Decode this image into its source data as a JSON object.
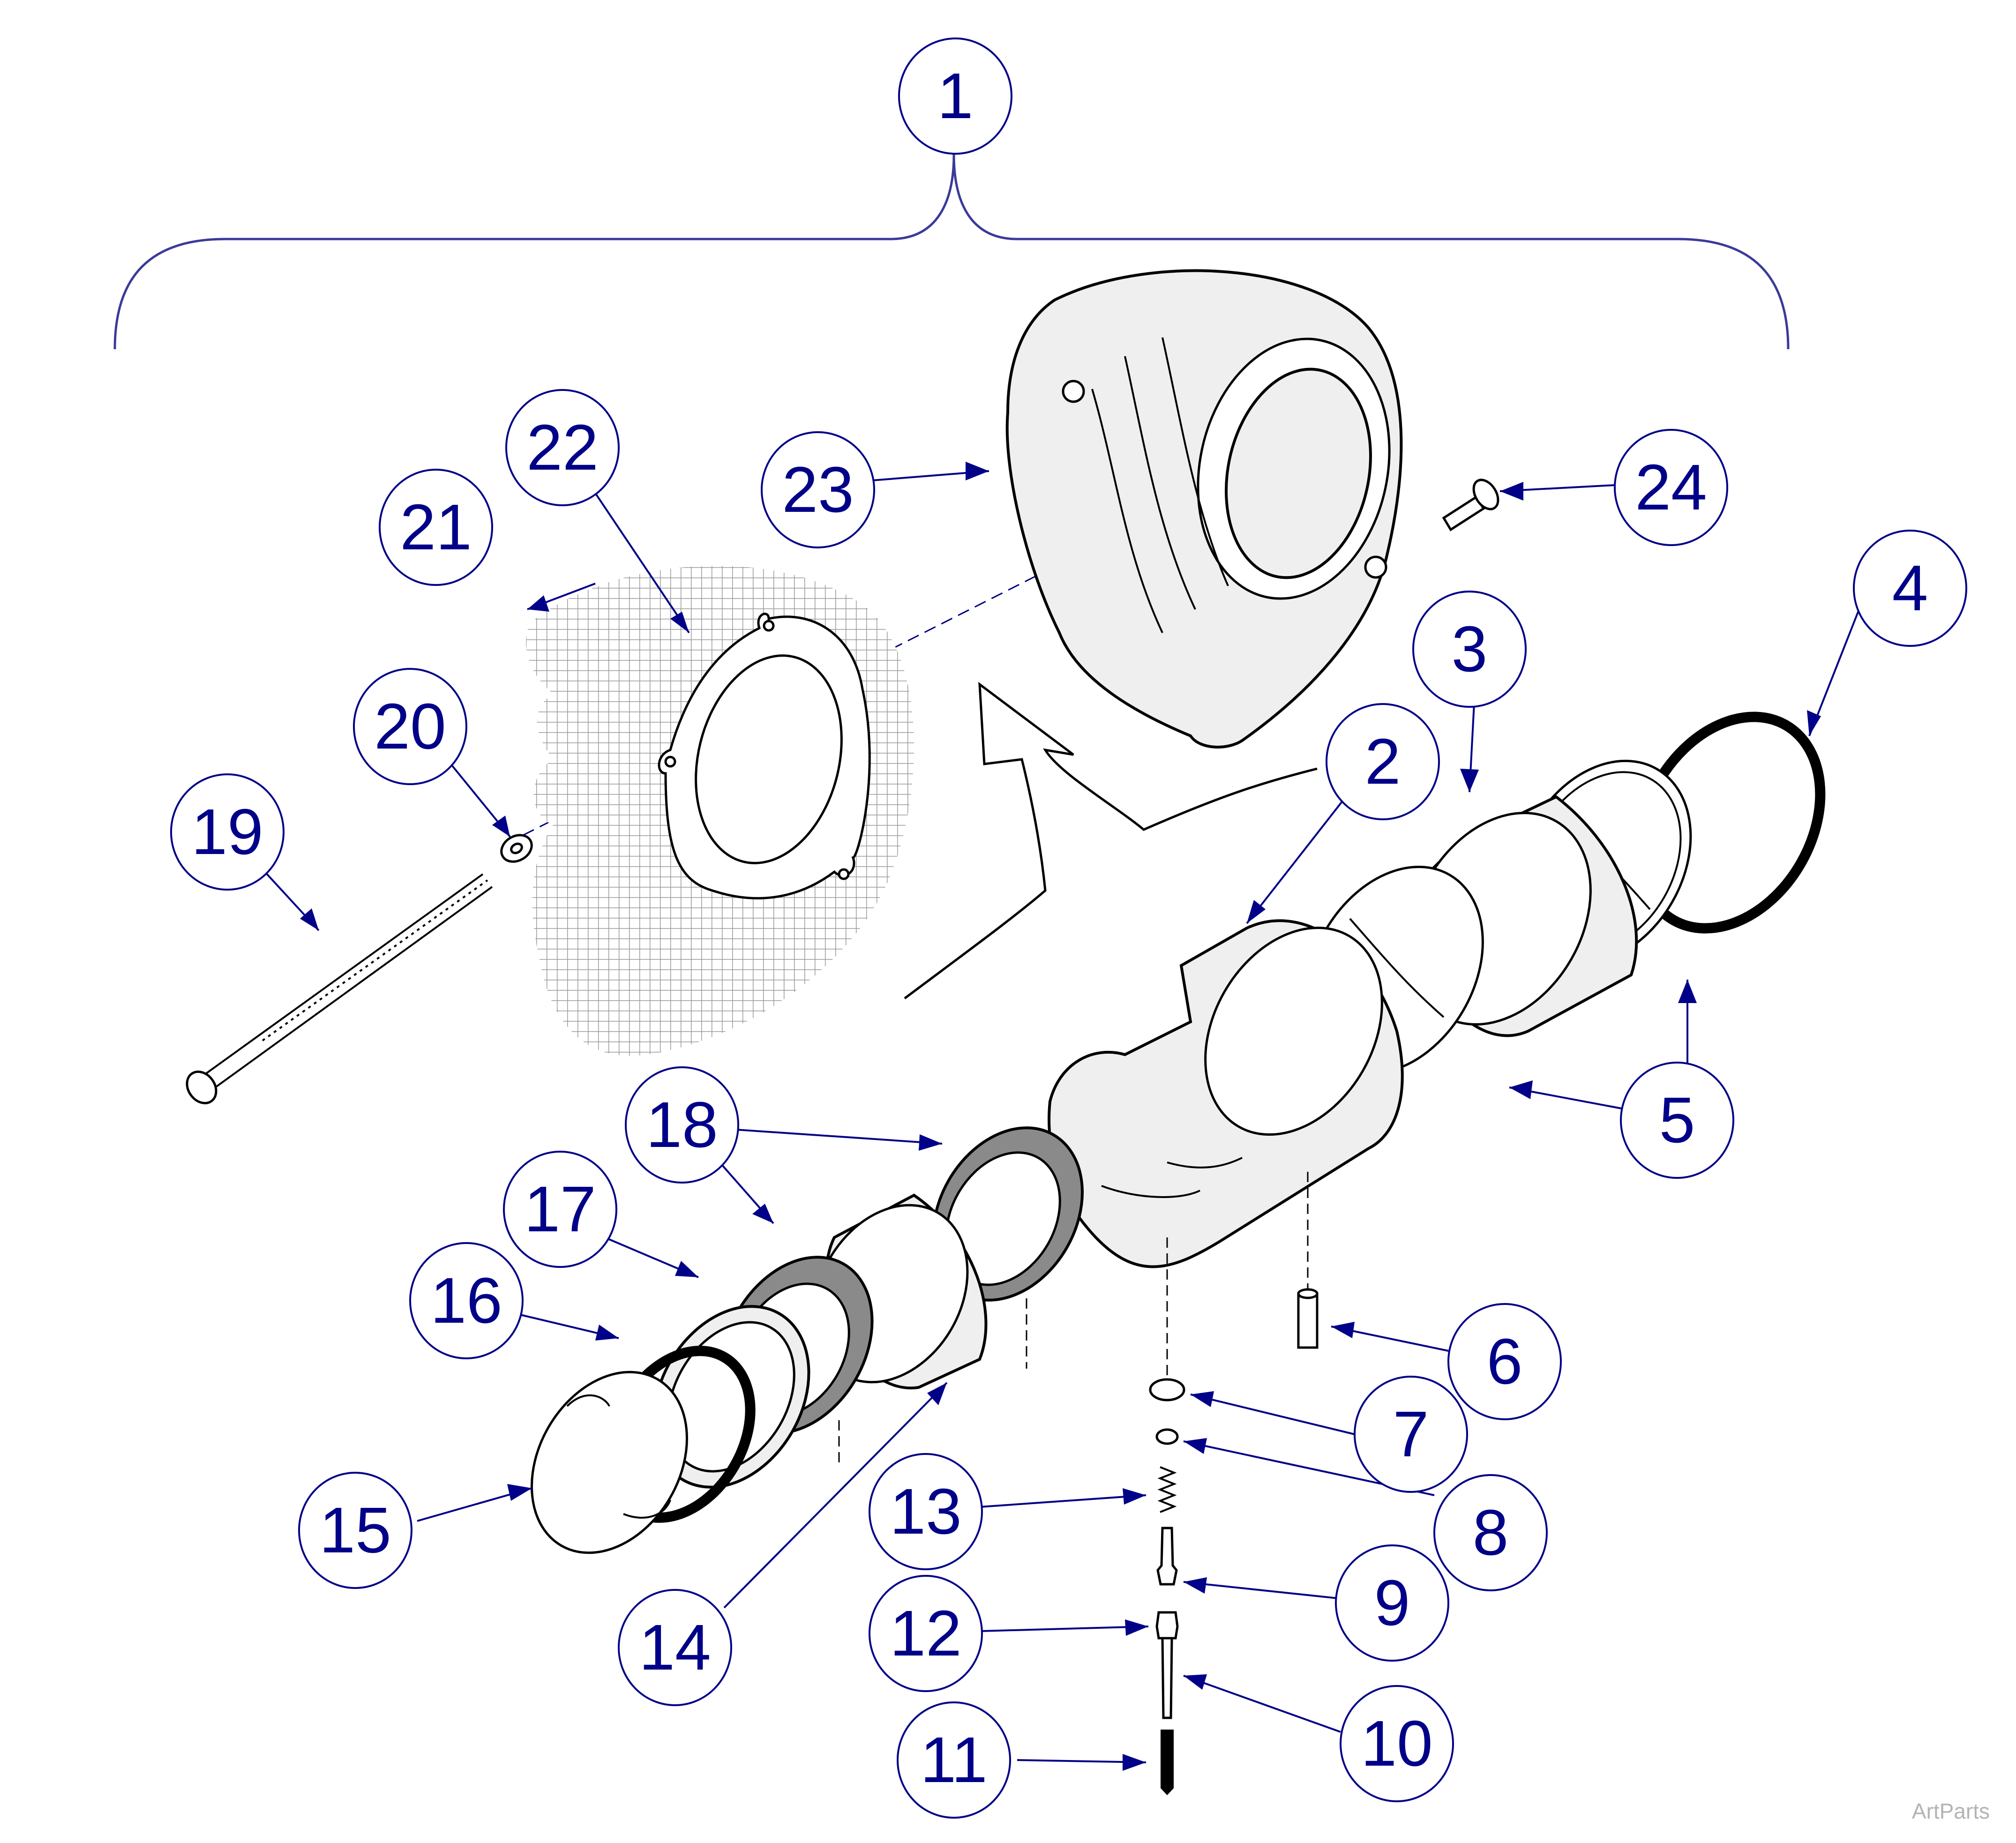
{
  "callouts": [
    {
      "id": "1"
    },
    {
      "id": "2"
    },
    {
      "id": "3"
    },
    {
      "id": "4"
    },
    {
      "id": "5"
    },
    {
      "id": "6"
    },
    {
      "id": "7"
    },
    {
      "id": "8"
    },
    {
      "id": "9"
    },
    {
      "id": "10"
    },
    {
      "id": "11"
    },
    {
      "id": "12"
    },
    {
      "id": "13"
    },
    {
      "id": "14"
    },
    {
      "id": "15"
    },
    {
      "id": "16"
    },
    {
      "id": "17"
    },
    {
      "id": "18"
    },
    {
      "id": "19"
    },
    {
      "id": "20"
    },
    {
      "id": "21"
    },
    {
      "id": "22"
    },
    {
      "id": "23"
    },
    {
      "id": "24"
    }
  ],
  "watermark": "ArtParts",
  "colors": {
    "callout": "#000088",
    "brace": "#3a3a9a",
    "line": "#000000",
    "watermark": "#b4b4b4"
  }
}
